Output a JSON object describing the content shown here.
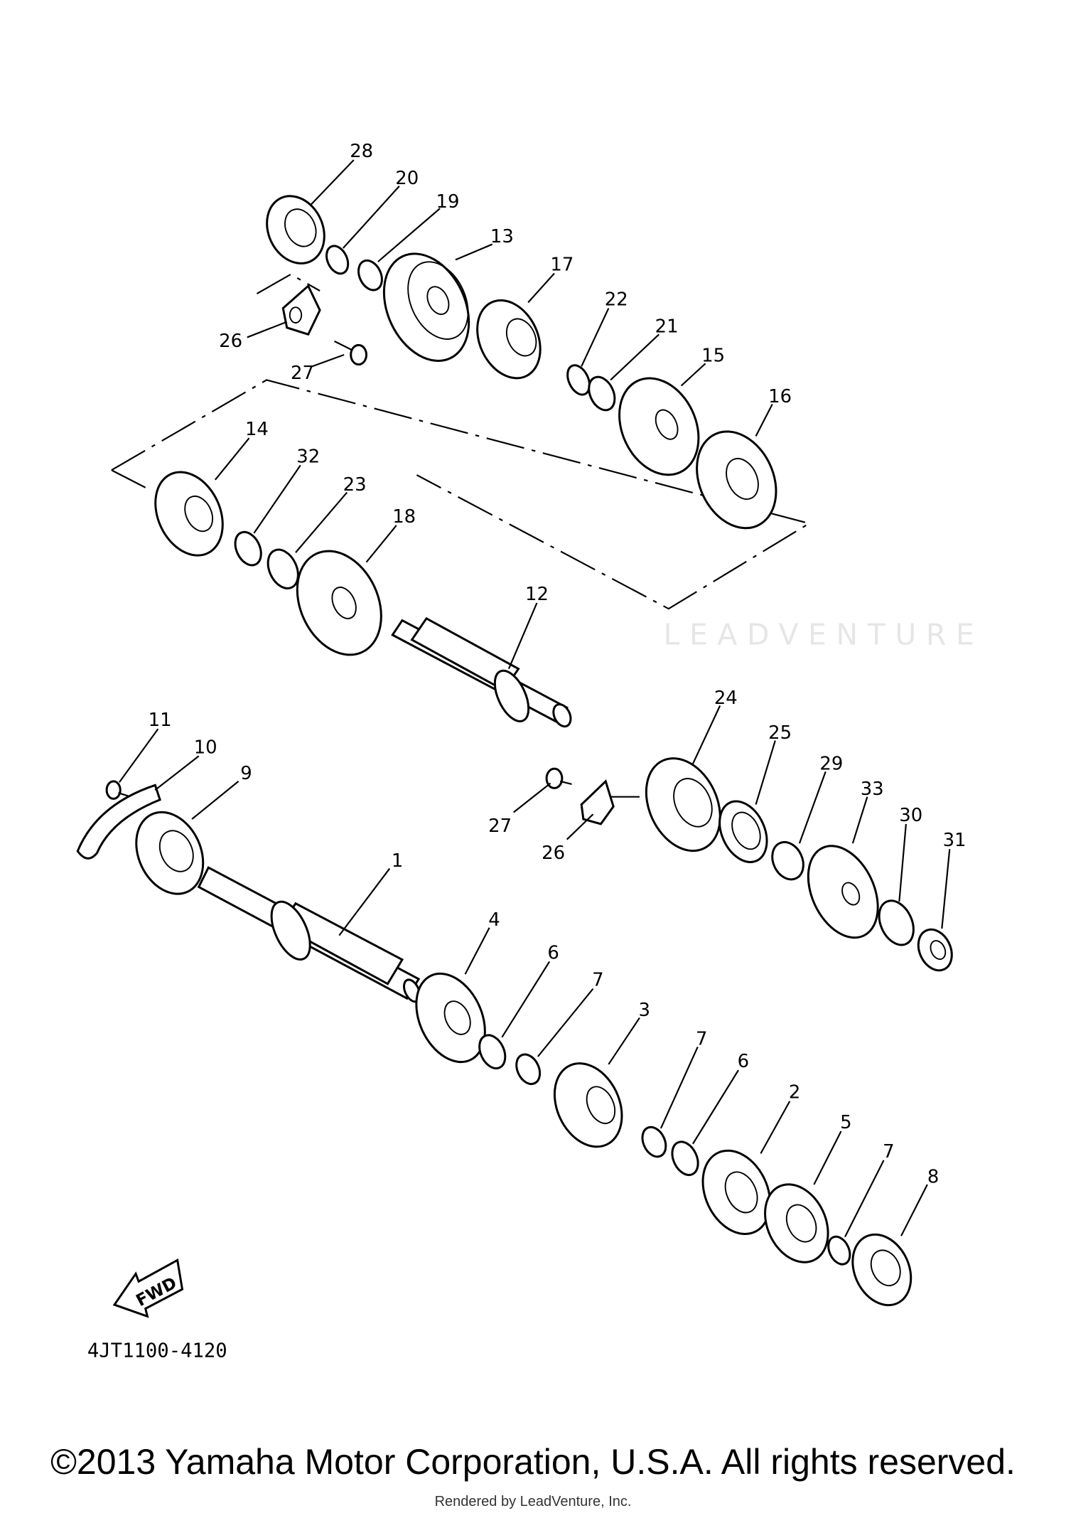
{
  "diagram": {
    "diagram_code": "4JT1100-4120",
    "fwd_label": "FWD",
    "watermark": "LEADVENTURE",
    "copyright": "©2013 Yamaha Motor Corporation, U.S.A. All rights reserved.",
    "rendered_by": "Rendered by LeadVenture, Inc.",
    "callouts": [
      "28",
      "20",
      "19",
      "13",
      "17",
      "22",
      "21",
      "15",
      "16",
      "26",
      "27",
      "14",
      "32",
      "23",
      "18",
      "12",
      "11",
      "10",
      "9",
      "24",
      "25",
      "29",
      "33",
      "30",
      "31",
      "27",
      "26",
      "1",
      "4",
      "6",
      "7",
      "3",
      "7",
      "6",
      "2",
      "5",
      "7",
      "8"
    ]
  }
}
